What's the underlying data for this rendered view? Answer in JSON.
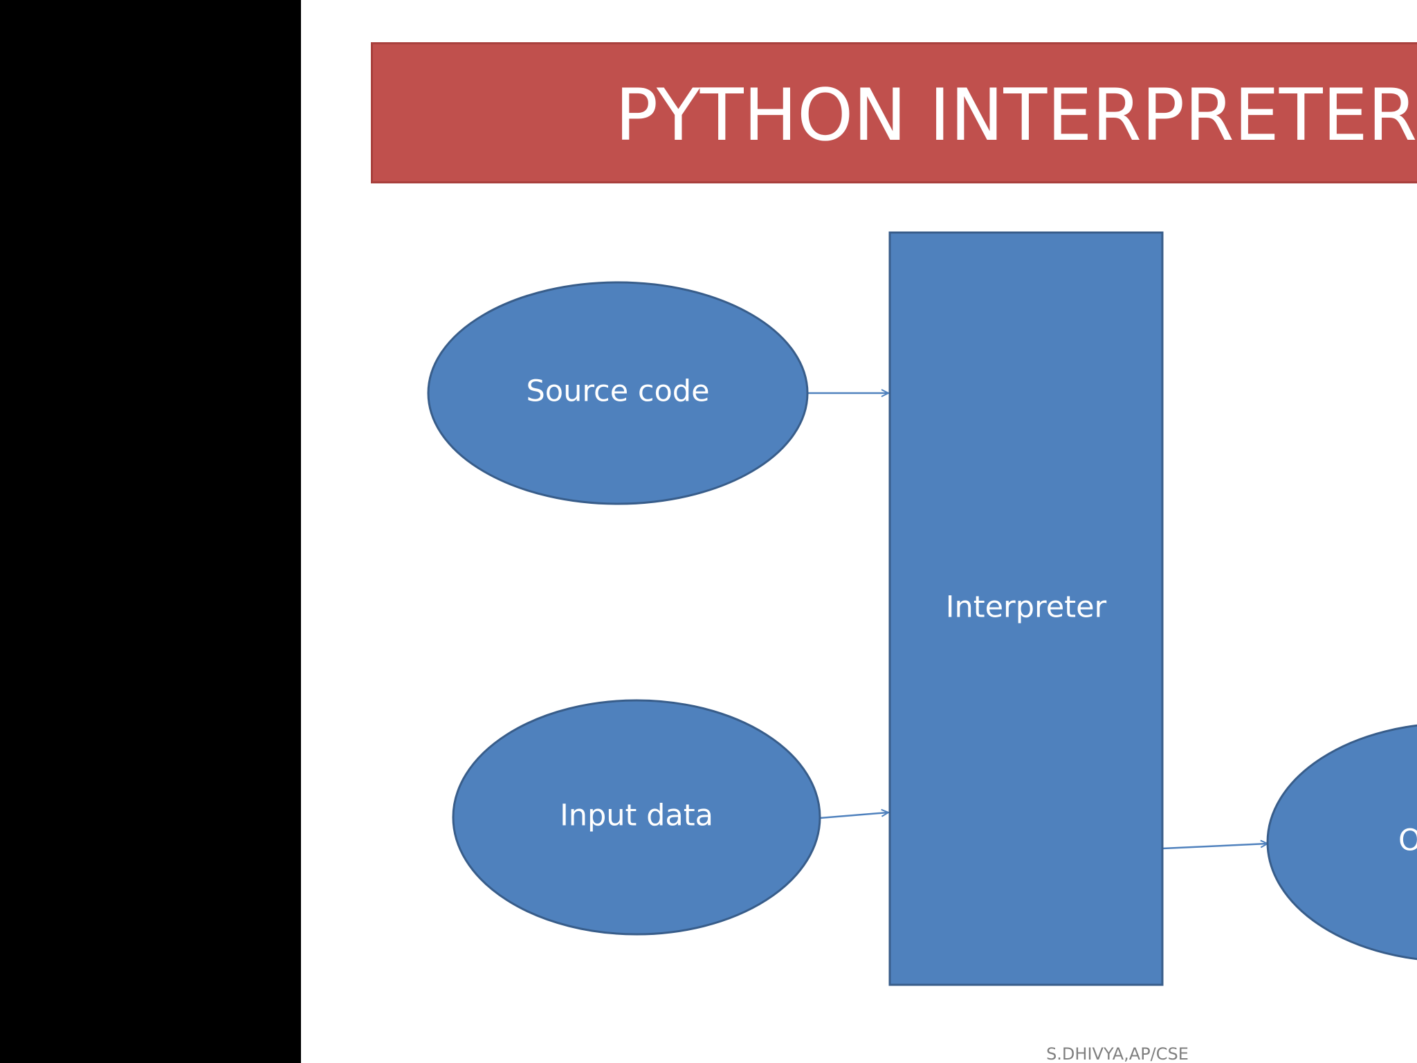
{
  "slide": {
    "title": "PYTHON INTERPRETER",
    "footer": "S.DHIVYA,AP/CSE"
  },
  "diagram": {
    "nodes": [
      {
        "id": "source-code",
        "shape": "ellipse",
        "label": "Source code"
      },
      {
        "id": "input-data",
        "shape": "ellipse",
        "label": "Input data"
      },
      {
        "id": "interpreter",
        "shape": "rectangle",
        "label": "Interpreter"
      },
      {
        "id": "output",
        "shape": "ellipse",
        "label": "O"
      }
    ],
    "edges": [
      {
        "from": "source-code",
        "to": "interpreter"
      },
      {
        "from": "input-data",
        "to": "interpreter"
      },
      {
        "from": "interpreter",
        "to": "output"
      }
    ]
  },
  "colors": {
    "title_bar": "#c0504d",
    "shape_fill": "#4f81bd",
    "shape_border": "#385d8a",
    "arrow": "#4f81bd",
    "footer_text": "#7f7f7f",
    "background": "#ffffff"
  }
}
